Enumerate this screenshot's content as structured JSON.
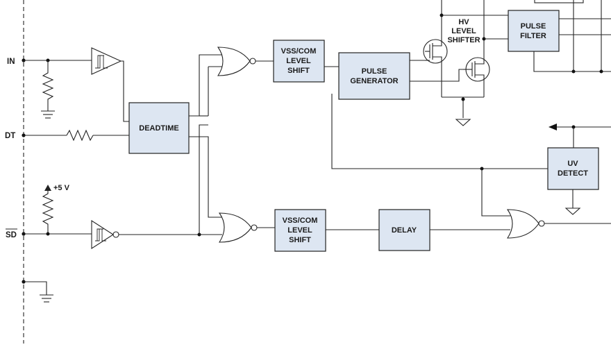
{
  "pins": {
    "in": "IN",
    "dt": "DT",
    "sd": "SD"
  },
  "supply_label": "+5 V",
  "blocks": {
    "deadtime": [
      "DEADTIME"
    ],
    "vss_top": [
      "VSS/COM",
      "LEVEL",
      "SHIFT"
    ],
    "vss_bottom": [
      "VSS/COM",
      "LEVEL",
      "SHIFT"
    ],
    "pulse_generator": [
      "PULSE",
      "GENERATOR"
    ],
    "hv_level_shifter": [
      "HV",
      "LEVEL",
      "SHIFTER"
    ],
    "pulse_filter": [
      "PULSE",
      "FILTER"
    ],
    "delay": [
      "DELAY"
    ],
    "uv_detect": [
      "UV",
      "DETECT"
    ]
  }
}
